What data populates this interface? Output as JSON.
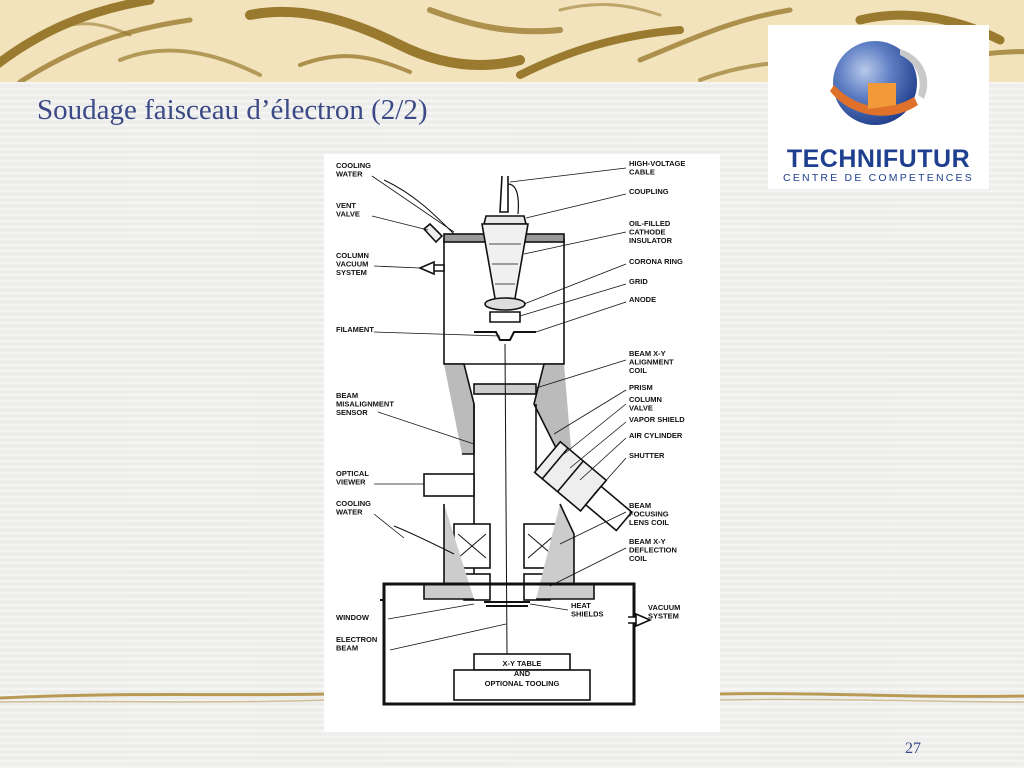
{
  "slide": {
    "title": "Soudage faisceau d’électron (2/2)",
    "page_number": "27"
  },
  "logo": {
    "name": "TECHNIFUTUR",
    "subtitle": "CENTRE DE COMPETENCES"
  },
  "diagram": {
    "labels_left": [
      [
        "COOLING",
        "WATER"
      ],
      [
        "VENT",
        "VALVE"
      ],
      [
        "COLUMN",
        "VACUUM",
        "SYSTEM"
      ],
      [
        "FILAMENT"
      ],
      [
        "BEAM",
        "MISALIGNMENT",
        "SENSOR"
      ],
      [
        "OPTICAL",
        "VIEWER"
      ],
      [
        "COOLING",
        "WATER"
      ],
      [
        "WINDOW"
      ],
      [
        "ELECTRON",
        "BEAM"
      ]
    ],
    "labels_right": [
      [
        "HIGH-VOLTAGE",
        "CABLE"
      ],
      [
        "COUPLING"
      ],
      [
        "OIL-FILLED",
        "CATHODE",
        "INSULATOR"
      ],
      [
        "CORONA RING"
      ],
      [
        "GRID"
      ],
      [
        "ANODE"
      ],
      [
        "BEAM X-Y",
        "ALIGNMENT",
        "COIL"
      ],
      [
        "PRISM"
      ],
      [
        "COLUMN",
        "VALVE"
      ],
      [
        "VAPOR SHIELD"
      ],
      [
        "AIR CYLINDER"
      ],
      [
        "SHUTTER"
      ],
      [
        "BEAM",
        "FOCUSING",
        "LENS COIL"
      ],
      [
        "BEAM X-Y",
        "DEFLECTION",
        "COIL"
      ],
      [
        "HEAT",
        "SHIELDS"
      ],
      [
        "VACUUM",
        "SYSTEM"
      ]
    ],
    "table_label": [
      "X-Y TABLE",
      "AND",
      "OPTIONAL TOOLING"
    ]
  }
}
